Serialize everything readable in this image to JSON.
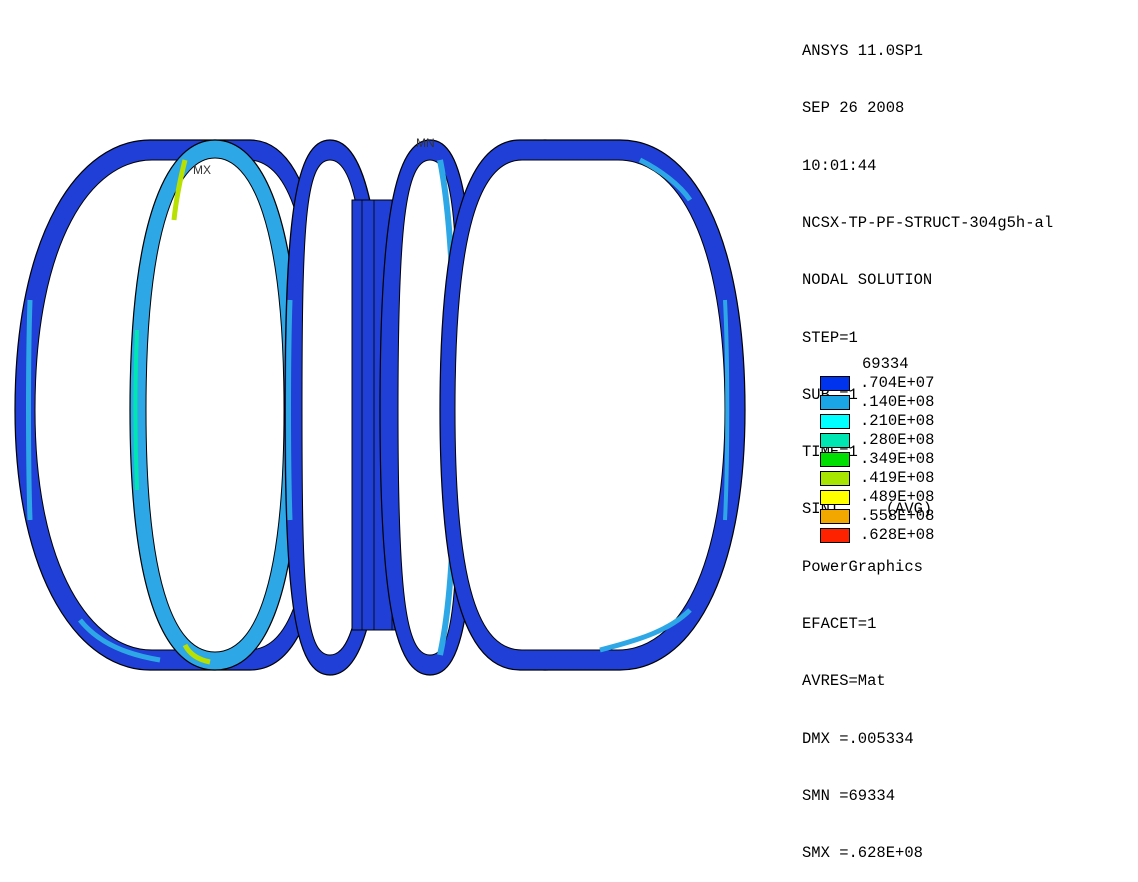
{
  "info_lines": [
    "ANSYS 11.0SP1",
    "SEP 26 2008",
    "10:01:44",
    "NCSX-TP-PF-STRUCT-304g5h-al",
    "NODAL SOLUTION",
    "STEP=1",
    "SUB =1",
    "TIME=1",
    "SINT     (AVG)",
    "PowerGraphics",
    "EFACET=1",
    "AVRES=Mat",
    "DMX =.005334",
    "SMN =69334",
    "SMX =.628E+08"
  ],
  "legend": {
    "min_label": "69334",
    "entries": [
      {
        "label": ".704E+07",
        "color": "#0033ee"
      },
      {
        "label": ".140E+08",
        "color": "#1aa6e6"
      },
      {
        "label": ".210E+08",
        "color": "#00ffff"
      },
      {
        "label": ".280E+08",
        "color": "#00e6b3"
      },
      {
        "label": ".349E+08",
        "color": "#00dd00"
      },
      {
        "label": ".419E+08",
        "color": "#a6e600"
      },
      {
        "label": ".489E+08",
        "color": "#ffff00"
      },
      {
        "label": ".558E+08",
        "color": "#f2a600"
      },
      {
        "label": ".628E+08",
        "color": "#ff2200"
      }
    ]
  },
  "markers": {
    "max": "MX",
    "min": "MN"
  },
  "colors": {
    "coil_base": "#1f3fd6",
    "coil_dark": "#1030b0",
    "coil_light": "#2ea7e6",
    "edge": "#000000"
  }
}
